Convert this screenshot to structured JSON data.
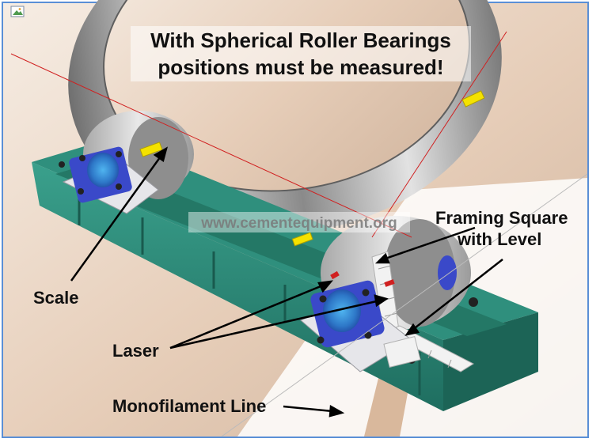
{
  "title": {
    "line1": "With Spherical Roller Bearings",
    "line2": "positions must be measured!"
  },
  "watermark": "www.cementequipment.org",
  "labels": {
    "scale": "Scale",
    "laser": "Laser",
    "framing_line1": "Framing Square",
    "framing_line2": "with Level",
    "monofilament": "Monofilament Line"
  },
  "icons": {
    "broken_image": "image-placeholder-icon"
  },
  "colors": {
    "frame": "#2a8a78",
    "bearing_block": "#3a49c9",
    "bearing_base": "#e6e6ea",
    "roller": "#c9c9c9",
    "tyre": "#9a9a9a",
    "laser_line": "#d02020",
    "marker": "#f4e200",
    "background_warm": "#e9d2bd"
  }
}
